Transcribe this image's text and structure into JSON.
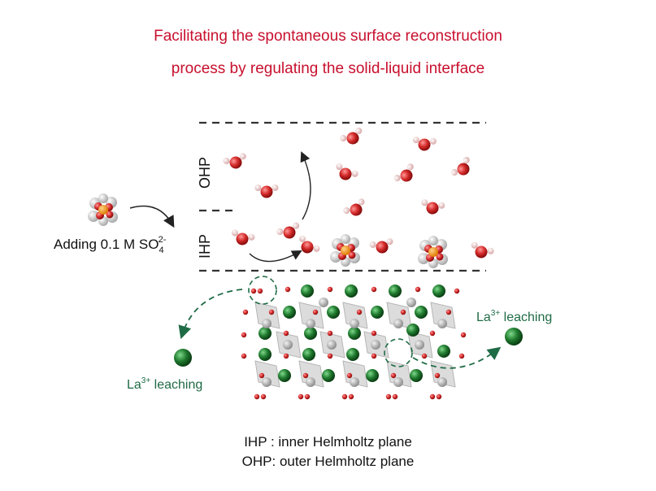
{
  "title": {
    "line1": "Facilitating the spontaneous surface reconstruction",
    "line2": "process by regulating the solid-liquid interface"
  },
  "planes": {
    "ohp": "OHP",
    "ihp": "IHP"
  },
  "adding": {
    "prefix": "Adding 0.1 M SO",
    "sub": "4",
    "sup": "2-"
  },
  "leaching": {
    "ion": "La",
    "sup": "3+",
    "text": " leaching"
  },
  "legend": {
    "line1": "IHP : inner Helmholtz plane",
    "line2": "OHP: outer Helmholtz plane"
  },
  "colors": {
    "title": "#c8102e",
    "oxygen": "#d42a2a",
    "hydrogen": "#f3d6d6",
    "lanthanum": "#1f7a2e",
    "sulfur": "#f29a1f",
    "leaching_text": "#1f6b45"
  }
}
